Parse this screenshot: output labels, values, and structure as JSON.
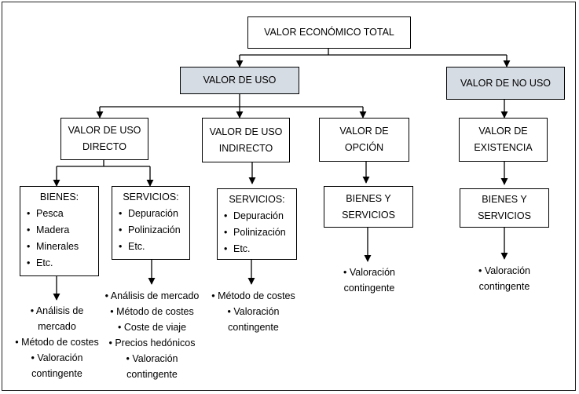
{
  "nodes": {
    "total": {
      "lines": [
        "VALOR ECONÓMICO TOTAL"
      ]
    },
    "uso": {
      "lines": [
        "VALOR DE USO"
      ]
    },
    "no_uso": {
      "lines": [
        "VALOR DE NO USO"
      ]
    },
    "directo": {
      "lines": [
        "VALOR DE USO",
        "DIRECTO"
      ]
    },
    "indirecto": {
      "lines": [
        "VALOR DE USO",
        "INDIRECTO"
      ]
    },
    "opcion": {
      "lines": [
        "VALOR DE",
        "OPCIÓN"
      ]
    },
    "existencia": {
      "lines": [
        "VALOR DE",
        "EXISTENCIA"
      ]
    },
    "bienes_directo": {
      "head": "BIENES:",
      "items": [
        "Pesca",
        "Madera",
        "Minerales",
        "Etc."
      ]
    },
    "servicios_directo": {
      "head": "SERVICIOS:",
      "items": [
        "Depuración",
        "Polinización",
        "Etc."
      ]
    },
    "servicios_indirecto": {
      "head": "SERVICIOS:",
      "items": [
        "Depuración",
        "Polinización",
        "Etc."
      ]
    },
    "bienes_servicios_opcion": {
      "lines": [
        "BIENES Y",
        "SERVICIOS"
      ]
    },
    "bienes_servicios_existencia": {
      "lines": [
        "BIENES Y",
        "SERVICIOS"
      ]
    }
  },
  "methods": {
    "bienes_directo": [
      [
        "• Análisis de",
        "mercado"
      ],
      [
        "• Método de costes"
      ],
      [
        "• Valoración",
        "contingente"
      ]
    ],
    "servicios_directo": [
      [
        "• Análisis de mercado"
      ],
      [
        "• Método de costes"
      ],
      [
        "• Coste de viaje"
      ],
      [
        "• Precios hedónicos"
      ],
      [
        "• Valoración",
        "contingente"
      ]
    ],
    "servicios_indirecto": [
      [
        "• Método de costes"
      ],
      [
        "• Valoración",
        "contingente"
      ]
    ],
    "opcion": [
      [
        "• Valoración",
        "contingente"
      ]
    ],
    "existencia": [
      [
        "• Valoración",
        "contingente"
      ]
    ]
  },
  "colors": {
    "shaded_box": "#d6dce4",
    "line": "#000000"
  }
}
